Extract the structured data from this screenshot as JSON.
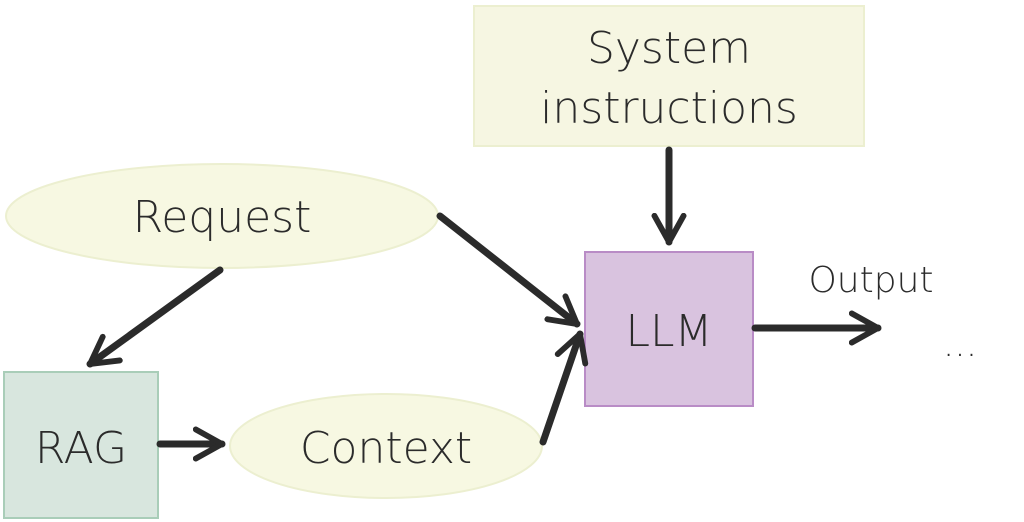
{
  "colors": {
    "system_fill": "#f6f6e2",
    "system_stroke": "#ecefd0",
    "request_fill": "#f7f8e2",
    "context_fill": "#f7f8e2",
    "ellipse_stroke": "#ecefd0",
    "rag_fill": "#d8e6de",
    "rag_stroke": "#a9cdb8",
    "llm_fill": "#d9c3df",
    "llm_stroke": "#b98cc6",
    "arrow": "#2b2b2b",
    "text": "#2b2b2b"
  },
  "nodes": {
    "system": {
      "line1": "System",
      "line2": "instructions"
    },
    "request": {
      "label": "Request"
    },
    "rag": {
      "label": "RAG"
    },
    "context": {
      "label": "Context"
    },
    "llm": {
      "label": "LLM"
    }
  },
  "edges": {
    "output_label": "Output",
    "continuation": "..."
  }
}
